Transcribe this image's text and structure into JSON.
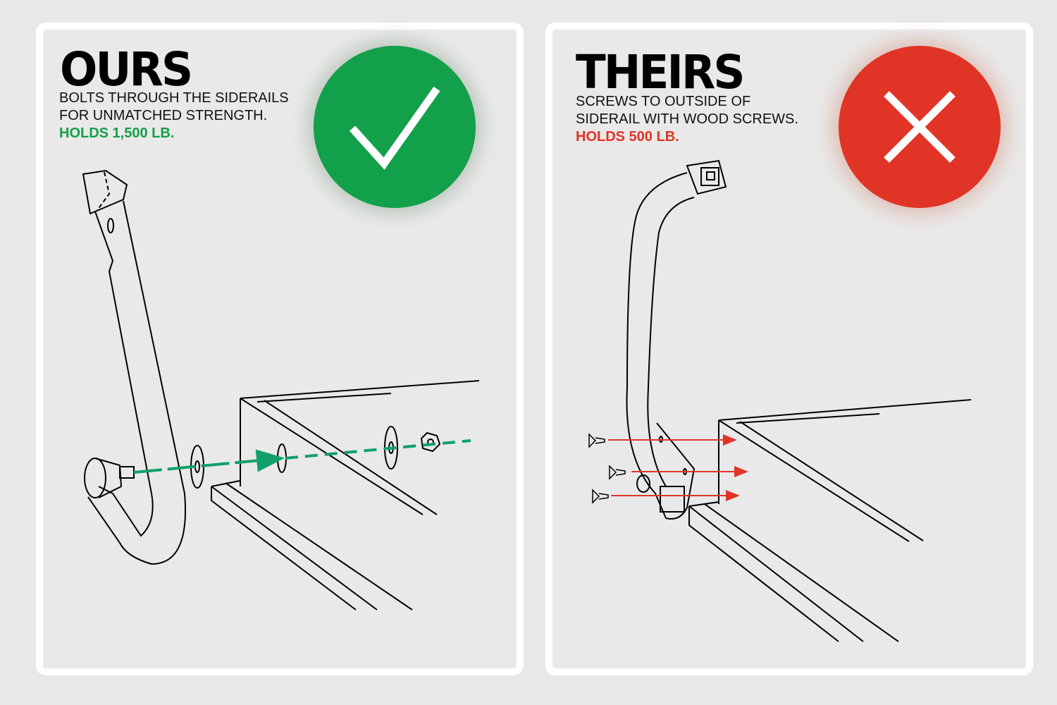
{
  "ours": {
    "title": "OURS",
    "line1": "BOLTS THROUGH THE SIDERAILS",
    "line2": "FOR UNMATCHED STRENGTH.",
    "holds": "HOLDS 1,500 LB.",
    "icon": "check-icon",
    "color": "#12a04a"
  },
  "theirs": {
    "title": "THEIRS",
    "line1": "SCREWS TO OUTSIDE OF",
    "line2": "SIDERAIL WITH WOOD SCREWS.",
    "holds": "HOLDS 500 LB.",
    "icon": "x-icon",
    "color": "#e03426"
  }
}
